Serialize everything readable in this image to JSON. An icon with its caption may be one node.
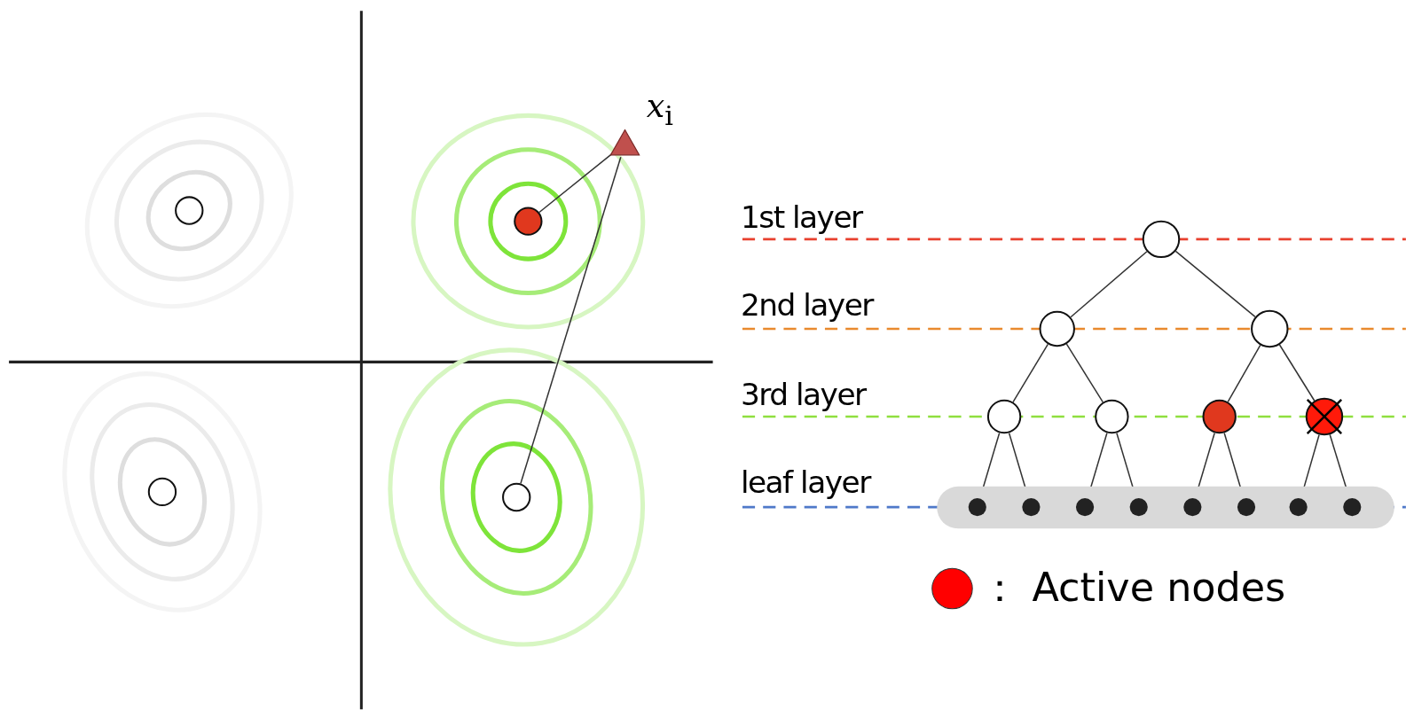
{
  "diagram": {
    "nodes": [
      {
        "text": [],
        "shape": "circle"
      },
      {
        "text": [],
        "shape": "triangle",
        "beside": [
          "*x*$_{i}$"
        ]
      },
      {
        "text": [],
        "shape": "circle"
      },
      {
        "text": [],
        "shape": "circle"
      },
      {
        "text": [],
        "shape": "circle"
      },
      {
        "text": [],
        "shape": "circle"
      },
      {
        "text": [],
        "shape": "circle"
      },
      {
        "text": [],
        "shape": "circle"
      },
      {
        "text": [],
        "shape": "circle"
      },
      {
        "text": [],
        "shape": "circle"
      },
      {
        "text": [],
        "shape": "circle"
      },
      {
        "text": [],
        "shape": "circle"
      },
      {
        "text": [],
        "shape": "bar"
      },
      {
        "text": [],
        "shape": "circle",
        "in": 12
      },
      {
        "text": [],
        "shape": "circle",
        "in": 12
      },
      {
        "text": [],
        "shape": "circle",
        "in": 12
      },
      {
        "text": [],
        "shape": "circle",
        "in": 12
      },
      {
        "text": [],
        "shape": "circle",
        "in": 12
      },
      {
        "text": [],
        "shape": "circle",
        "in": 12
      },
      {
        "text": [],
        "shape": "circle",
        "in": 12
      },
      {
        "text": [],
        "shape": "circle",
        "in": 12
      }
    ],
    "edges": [
      {
        "from": 1,
        "to": 2,
        "arrow": "none"
      },
      {
        "from": 1,
        "to": 4,
        "arrow": "none"
      },
      {
        "from": 5,
        "to": 6,
        "arrow": "none"
      },
      {
        "from": 5,
        "to": 7,
        "arrow": "none"
      },
      {
        "from": 6,
        "to": 8,
        "arrow": "none"
      },
      {
        "from": 6,
        "to": 9,
        "arrow": "none"
      },
      {
        "from": 7,
        "to": 10,
        "arrow": "none"
      },
      {
        "from": 7,
        "to": 11,
        "arrow": "none"
      },
      {
        "from": 8,
        "to": 13,
        "arrow": "none"
      },
      {
        "from": 8,
        "to": 14,
        "arrow": "none"
      },
      {
        "from": 9,
        "to": 15,
        "arrow": "none"
      },
      {
        "from": 9,
        "to": 16,
        "arrow": "none"
      },
      {
        "from": 10,
        "to": 17,
        "arrow": "none"
      },
      {
        "from": 10,
        "to": 18,
        "arrow": "none"
      },
      {
        "from": 11,
        "to": 19,
        "arrow": "none"
      },
      {
        "from": 11,
        "to": 20,
        "arrow": "none"
      }
    ],
    "labels": [
      "1st layer",
      "2nd layer",
      "3rd layer",
      "leaf layer"
    ],
    "legend": [
      {
        "text": "： Active nodes",
        "color": "#ff0000"
      }
    ]
  }
}
